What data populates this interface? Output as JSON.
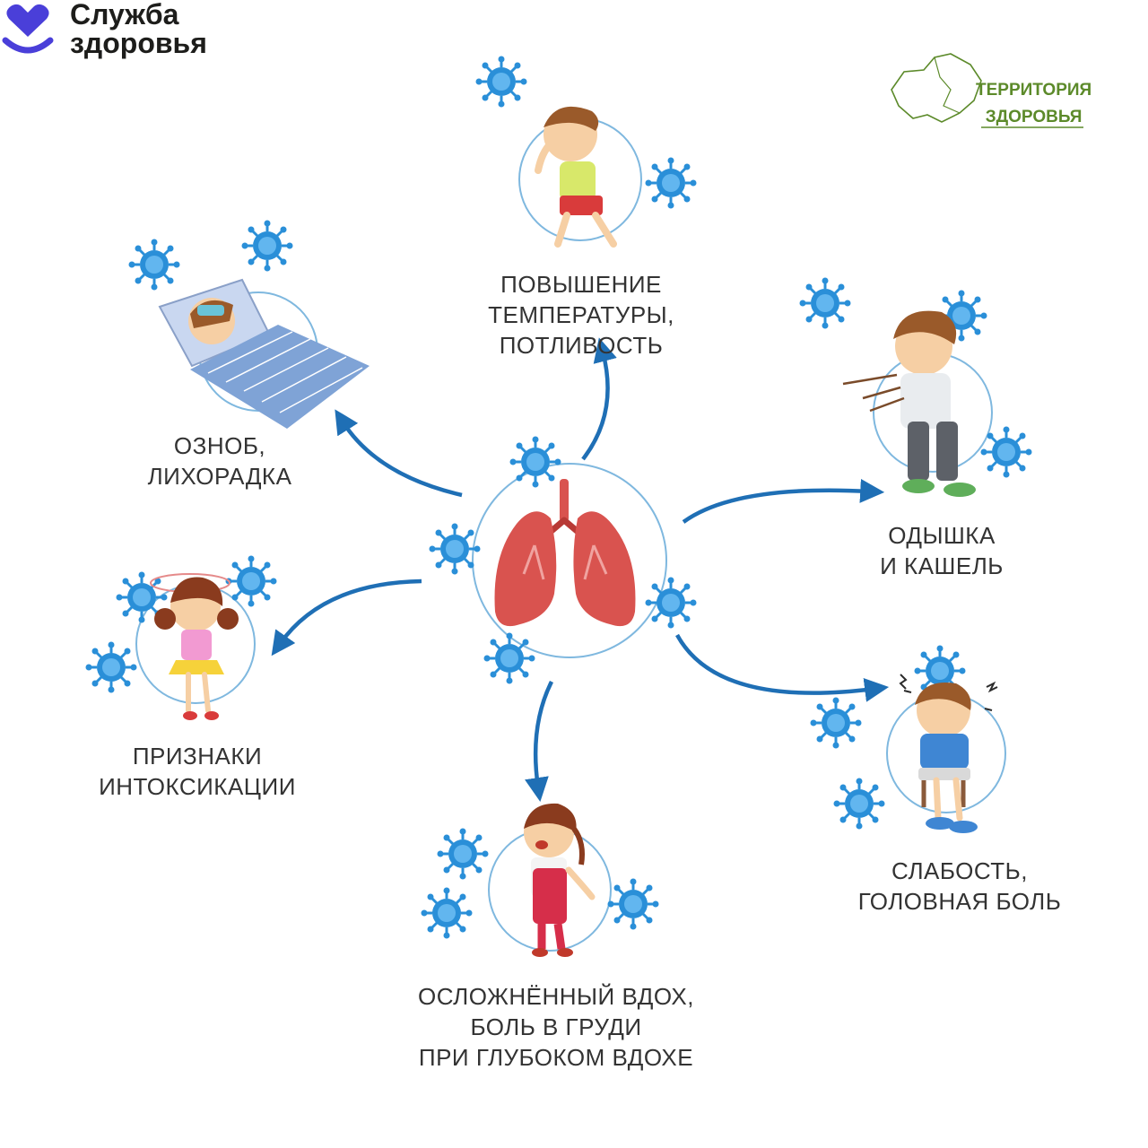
{
  "header": {
    "brand_left": {
      "line1": "Служба",
      "line2": "здоровья"
    },
    "brand_right": {
      "line1": "ТЕРРИТОРИЯ",
      "line2": "ЗДОРОВЬЯ"
    }
  },
  "center": {
    "icon": "lungs-icon"
  },
  "symptoms": [
    {
      "id": "fever",
      "lines": [
        "ПОВЫШЕНИЕ",
        "ТЕМПЕРАТУРЫ,",
        "ПОТЛИВОСТЬ"
      ]
    },
    {
      "id": "chills",
      "lines": [
        "ОЗНОБ,",
        "ЛИХОРАДКА"
      ]
    },
    {
      "id": "cough",
      "lines": [
        "ОДЫШКА",
        "И КАШЕЛЬ"
      ]
    },
    {
      "id": "intoxication",
      "lines": [
        "ПРИЗНАКИ",
        "ИНТОКСИКАЦИИ"
      ]
    },
    {
      "id": "weakness",
      "lines": [
        "СЛАБОСТЬ,",
        "ГОЛОВНАЯ БОЛЬ"
      ]
    },
    {
      "id": "breathing",
      "lines": [
        "ОСЛОЖНЁННЫЙ ВДОХ,",
        "БОЛЬ В ГРУДИ",
        "ПРИ ГЛУБОКОМ ВДОХЕ"
      ]
    }
  ],
  "colors": {
    "arrow": "#1f6fb5",
    "circle": "#7fb8df",
    "virus": "#2a8fd8",
    "lungs": "#d9534f",
    "brand_left": "#4a3fd9",
    "brand_right": "#5c8a2a"
  }
}
